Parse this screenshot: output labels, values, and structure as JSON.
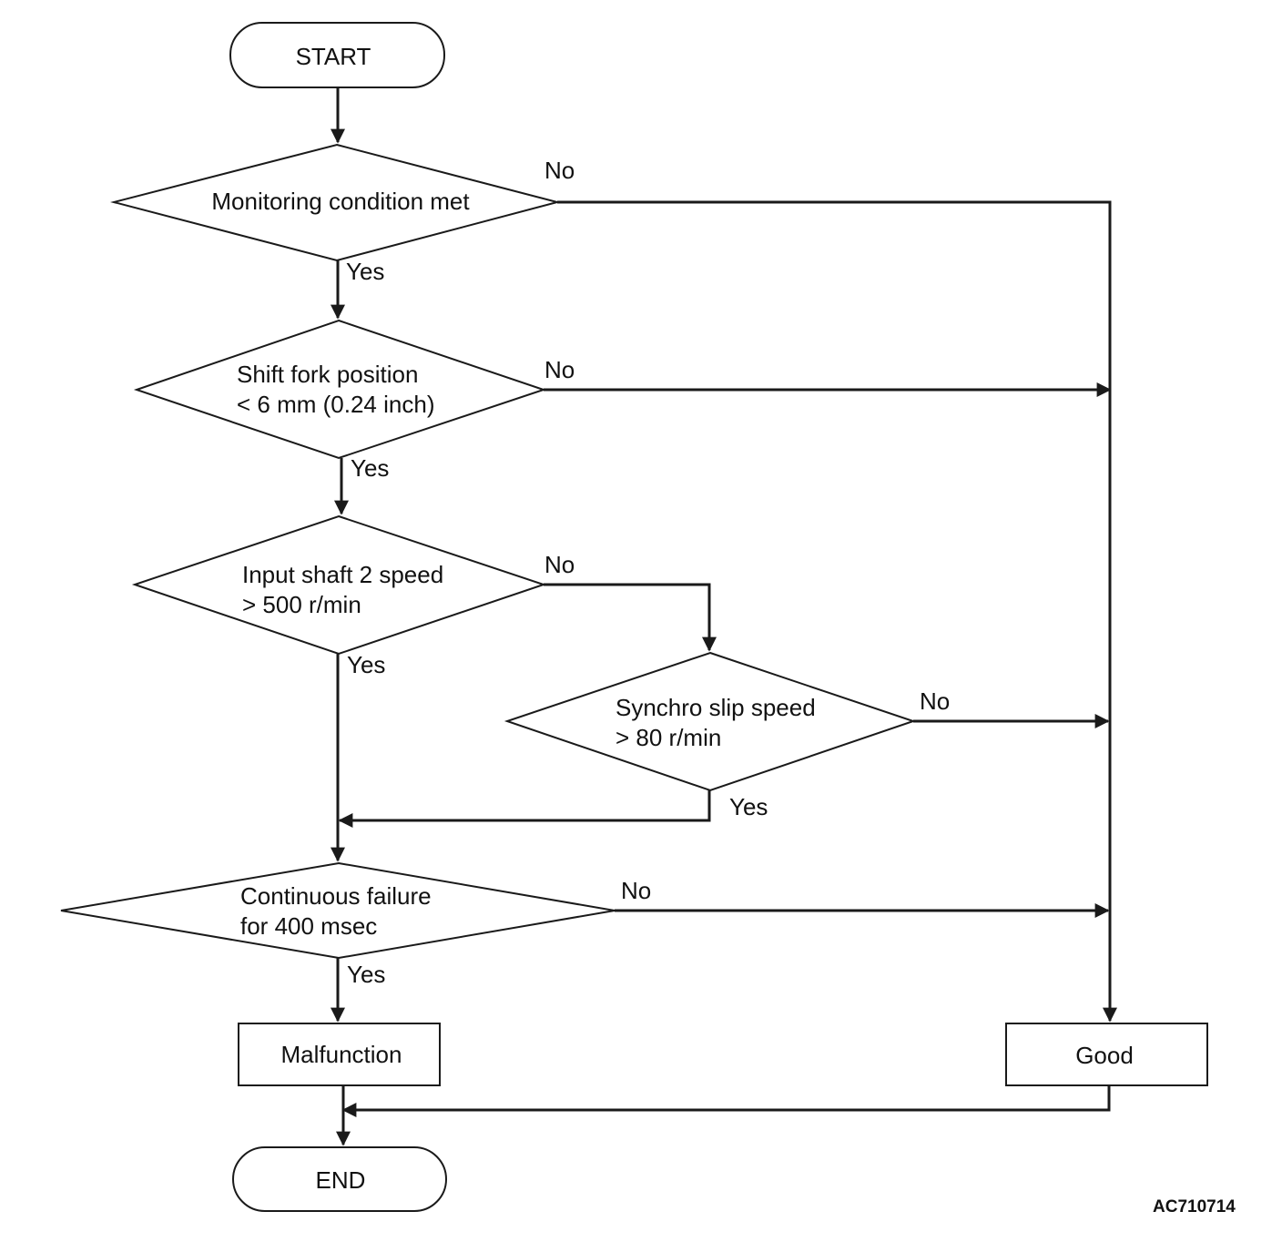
{
  "start": "START",
  "end": "END",
  "decisions": {
    "monitoring": [
      "Monitoring condition met"
    ],
    "shift_fork": [
      "Shift fork position",
      "< 6 mm (0.24 inch)"
    ],
    "input_shaft": [
      "Input shaft 2 speed",
      "> 500 r/min"
    ],
    "synchro": [
      "Synchro slip speed",
      "> 80 r/min"
    ],
    "continuous": [
      "Continuous failure",
      "for 400 msec"
    ]
  },
  "results": {
    "malfunction": "Malfunction",
    "good": "Good"
  },
  "labels": {
    "yes": "Yes",
    "no": "No"
  },
  "figure_id": "AC710714"
}
